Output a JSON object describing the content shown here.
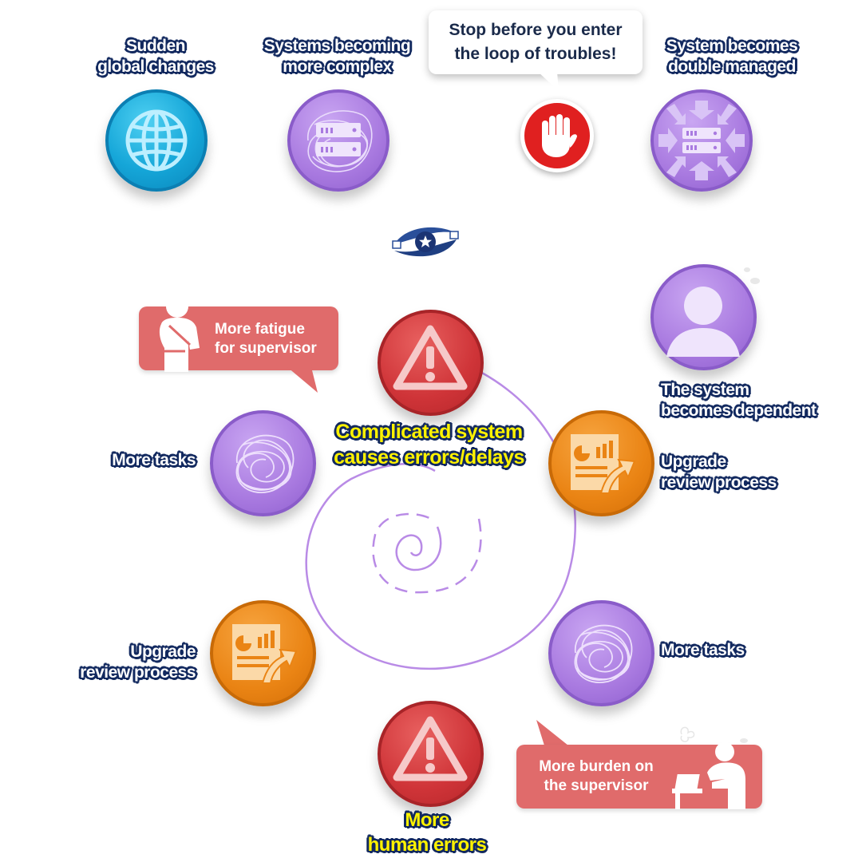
{
  "top": {
    "sudden": [
      "Sudden",
      "global changes"
    ],
    "complex": [
      "Systems becoming",
      "more complex"
    ],
    "double": [
      "System becomes",
      "double managed"
    ],
    "stop_bubble": [
      "Stop before you enter",
      "the loop of troubles!"
    ]
  },
  "loop": {
    "center": [
      "Complicated system",
      "causes errors/delays"
    ],
    "tasks_left": "More tasks",
    "upgrade_right": [
      "Upgrade",
      "review process"
    ],
    "upgrade_left": [
      "Upgrade",
      "review process"
    ],
    "tasks_right": "More tasks",
    "human_errors": [
      "More",
      "human errors"
    ],
    "dependent": [
      "The system",
      "becomes dependent"
    ],
    "fatigue": [
      "More fatigue",
      "for supervisor"
    ],
    "burden": [
      "More burden on",
      "the supervisor"
    ]
  },
  "colors": {
    "outline": "#12295f",
    "purple": "#a97ae0",
    "red": "#cf3438",
    "orange": "#ea8414",
    "blue": "#15a6d8",
    "callout": "#e06b6b",
    "spiral": "#b98be6"
  },
  "icons": {
    "sudden": "globe-icon",
    "complex": "tangled-server-icon",
    "stop": "stop-hand-icon",
    "double": "server-pressure-icon",
    "logo": "eye-star-logo-icon",
    "person": "person-silhouette-icon",
    "warning": "warning-triangle-icon",
    "tangle": "tangle-icon",
    "upgrade": "report-upgrade-icon"
  }
}
